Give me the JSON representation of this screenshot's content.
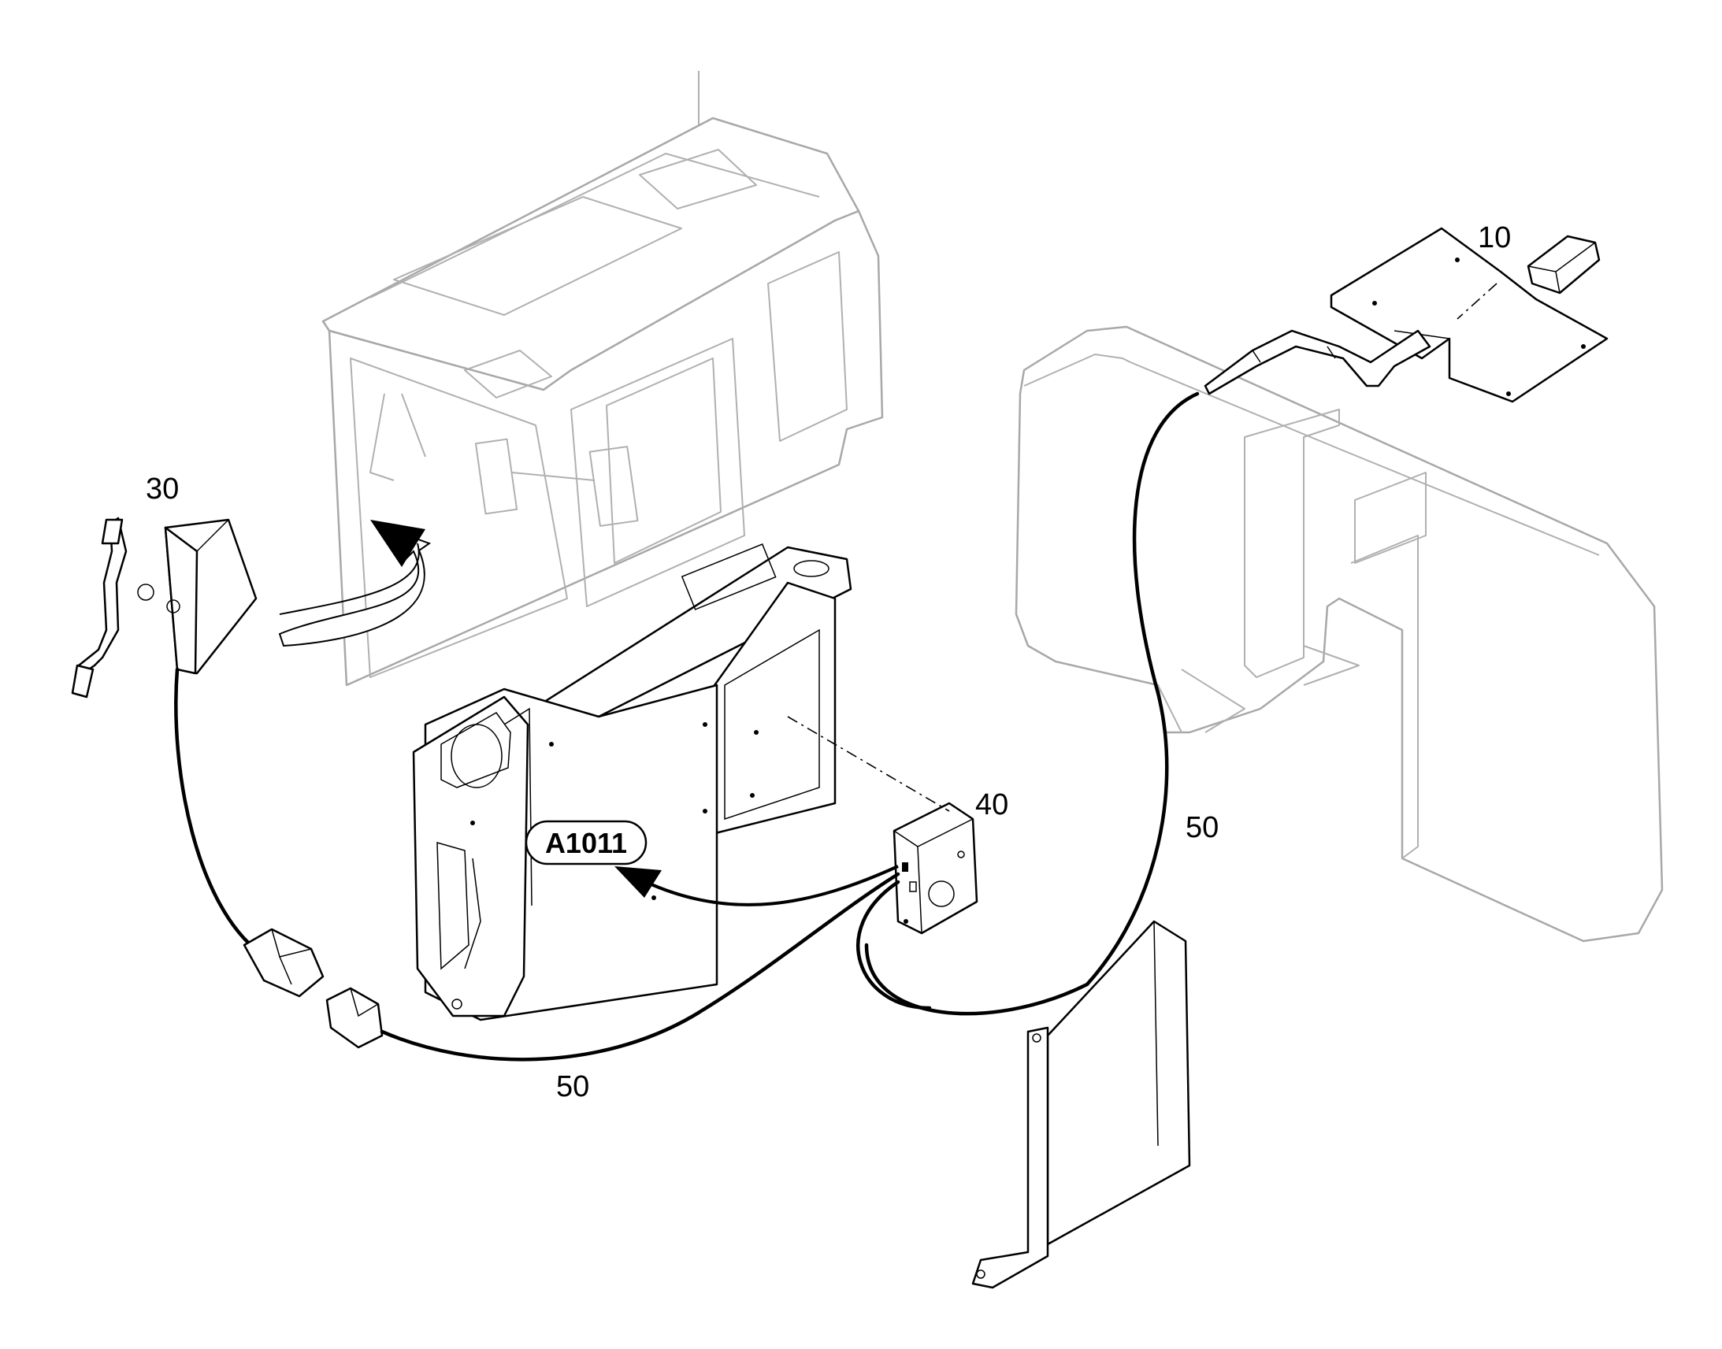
{
  "figure": {
    "callouts": {
      "item_10": "10",
      "item_30": "30",
      "item_40": "40",
      "item_50_right": "50",
      "item_50_bottom": "50"
    },
    "reference_tag": "A1011"
  }
}
